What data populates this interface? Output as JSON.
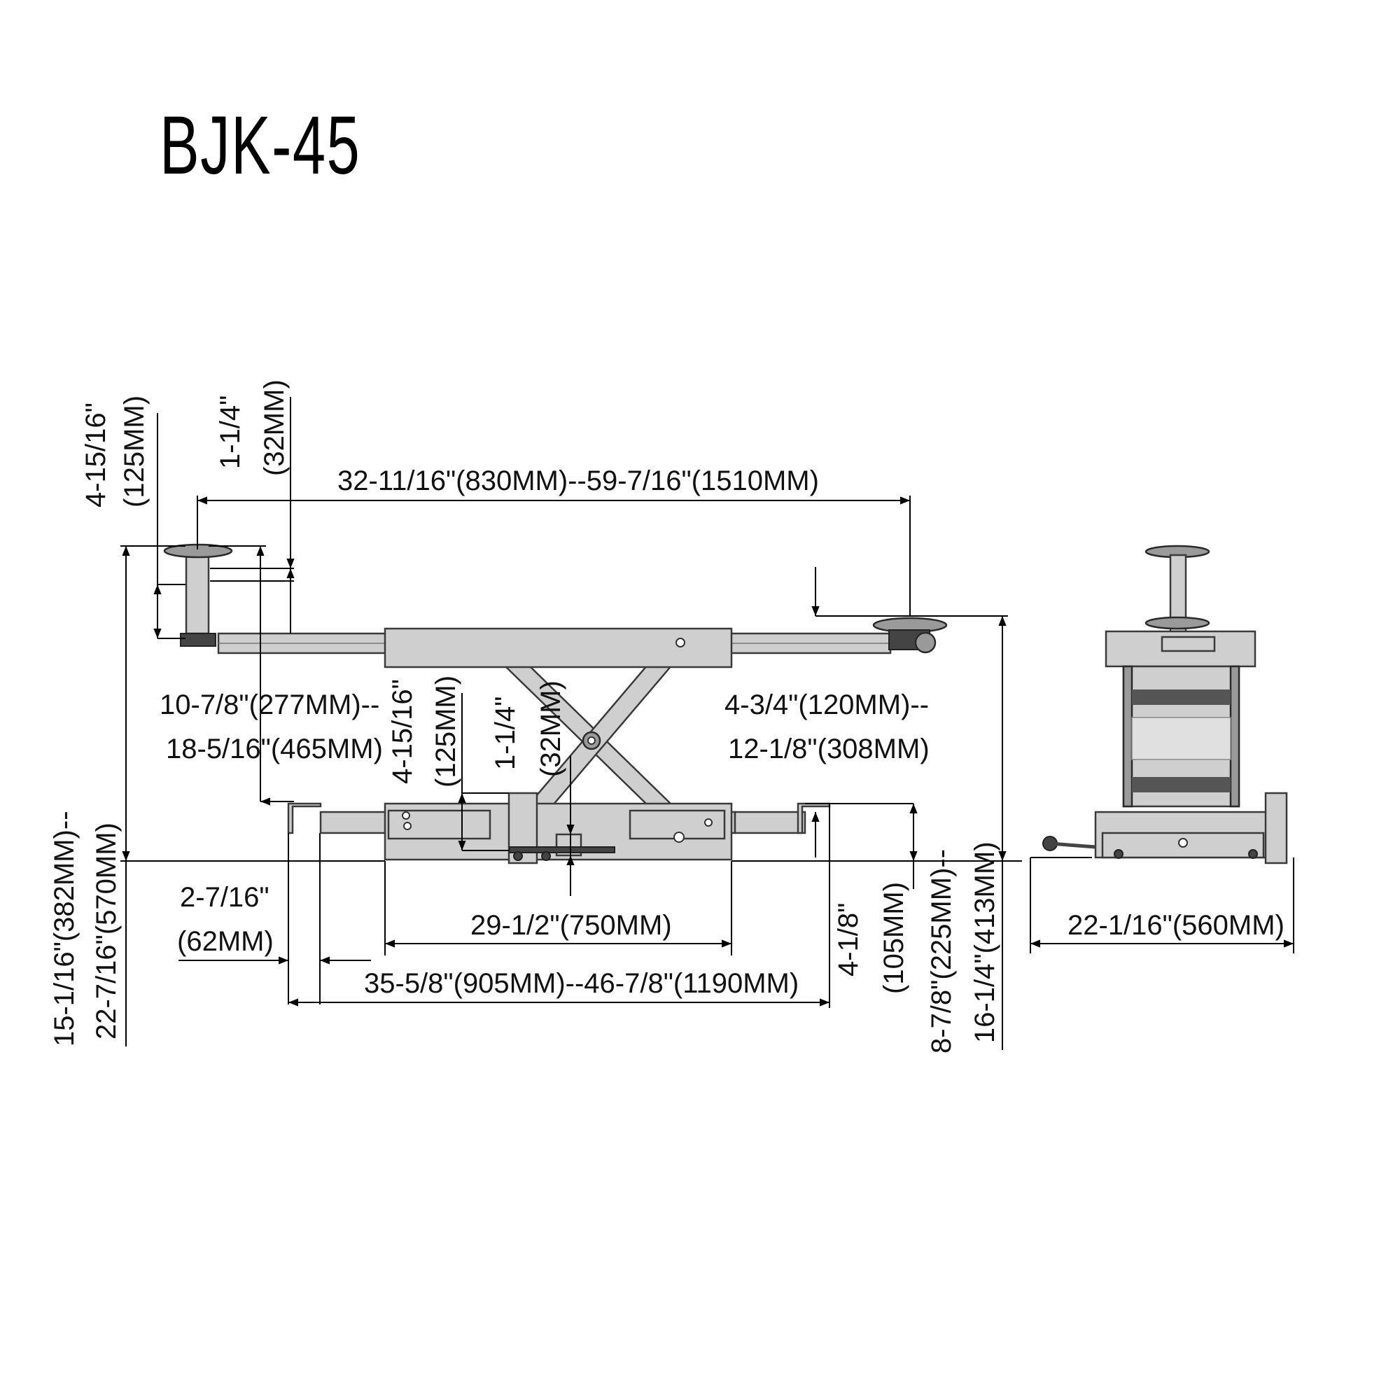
{
  "title": "BJK-45",
  "views": {
    "side": "side-view",
    "end": "end-view"
  },
  "dimensions": {
    "pad_height_inch": "4-15/16\"",
    "pad_height_mm": "(125MM)",
    "pad_offset_inch": "1-1/4\"",
    "pad_offset_mm": "(32MM)",
    "arm_span": "32-11/16\"(830MM)--59-7/16\"(1510MM)",
    "arm_reach_a": "10-7/8\"(277MM)--",
    "arm_reach_b": "18-5/16\"(465MM)",
    "base_pad_height_inch": "4-15/16\"",
    "base_pad_height_mm": "(125MM)",
    "base_pad_offset_inch": "1-1/4\"",
    "base_pad_offset_mm": "(32MM)",
    "right_pad_a": "4-3/4\"(120MM)--",
    "right_pad_b": "12-1/8\"(308MM)",
    "overall_height_a": "15-1/16\"(382MM)--",
    "overall_height_b": "22-7/16\"(570MM)",
    "foot_inch": "2-7/16\"",
    "foot_mm": "(62MM)",
    "body_length": "29-1/2\"(750MM)",
    "base_span": "35-5/8\"(905MM)--46-7/8\"(1190MM)",
    "lip_inch": "4-1/8\"",
    "lip_mm": "(105MM)",
    "lift_height_a": "8-7/8\"(225MM)--",
    "lift_height_b": "16-1/4\"(413MM)",
    "end_width": "22-1/16\"(560MM)"
  }
}
